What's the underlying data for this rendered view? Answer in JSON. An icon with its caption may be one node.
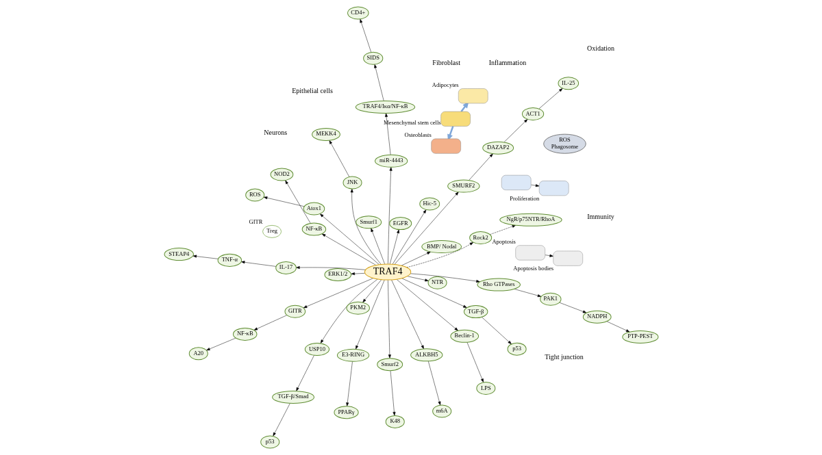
{
  "diagram": {
    "nodes": [
      {
        "text": [
          "TRAF4"
        ]
      },
      {
        "text": [
          "USP10"
        ]
      },
      {
        "text": [
          "TGF-β/Smad"
        ]
      },
      {
        "text": [
          "p53"
        ]
      },
      {
        "text": [
          "JNK"
        ]
      },
      {
        "text": [
          "MEKK4"
        ]
      },
      {
        "text": [
          "E3-RING"
        ]
      },
      {
        "text": [
          "PPARγ"
        ]
      },
      {
        "text": [
          "PKM2"
        ]
      },
      {
        "text": [
          "Smurf2"
        ]
      },
      {
        "text": [
          "K48"
        ]
      },
      {
        "text": [
          "ALKBH5"
        ]
      },
      {
        "text": [
          "m6A"
        ]
      },
      {
        "text": [
          "Rho GTPases"
        ]
      },
      {
        "text": [
          "PAK1"
        ]
      },
      {
        "text": [
          "NADPH"
        ]
      },
      {
        "text": [
          "PTP-PEST"
        ]
      },
      {
        "text": [
          "Atox1"
        ]
      },
      {
        "text": [
          "ROS"
        ]
      },
      {
        "text": [
          "IL-17"
        ]
      },
      {
        "text": [
          "TNF-α"
        ]
      },
      {
        "text": [
          "STEAP4"
        ]
      },
      {
        "text": [
          "Hic-5"
        ]
      },
      {
        "text": [
          "NgR/p75NTR/RhoA"
        ]
      },
      {
        "text": [
          "Smurf1"
        ]
      },
      {
        "text": [
          "Rock2"
        ]
      },
      {
        "text": [
          "BMP/ Nodal"
        ]
      },
      {
        "text": [
          "ERK1/2"
        ]
      },
      {
        "text": [
          "TGF-β"
        ]
      },
      {
        "text": [
          "p53"
        ]
      },
      {
        "text": [
          "EGFR"
        ]
      },
      {
        "text": [
          "GITR"
        ]
      },
      {
        "text": [
          "NF-κB"
        ]
      },
      {
        "text": [
          "A20"
        ]
      },
      {
        "text": [
          "NTR"
        ]
      },
      {
        "text": [
          "miR-4443"
        ]
      },
      {
        "text": [
          "TRAF4/Iκα/NF-κB"
        ]
      },
      {
        "text": [
          "SIDS"
        ]
      },
      {
        "text": [
          "CD4+"
        ]
      },
      {
        "text": [
          "NF-κB"
        ]
      },
      {
        "text": [
          "NOD2"
        ]
      },
      {
        "text": [
          "SMURF2"
        ]
      },
      {
        "text": [
          "DAZAP2"
        ]
      },
      {
        "text": [
          "ACT1"
        ]
      },
      {
        "text": [
          "IL-25"
        ]
      },
      {
        "text": [
          "Beclin-1"
        ]
      },
      {
        "text": [
          "LPS"
        ]
      },
      {
        "text": [],
        "shape": "box"
      },
      {
        "text": [],
        "shape": "box",
        "beside": [
          "Proliferation"
        ]
      },
      {
        "text": [],
        "shape": "box",
        "beside": [
          "Apoptosis"
        ]
      },
      {
        "text": [],
        "shape": "box",
        "beside": [
          "Apoptosis bodies"
        ]
      },
      {
        "text": [],
        "shape": "box",
        "beside": [
          "Mesenchymal stem cells"
        ]
      },
      {
        "text": [],
        "shape": "box",
        "beside": [
          "Adipocytes"
        ]
      },
      {
        "text": [],
        "shape": "box",
        "beside": [
          "Osteoblasts"
        ]
      },
      {
        "text": [
          "Treg"
        ],
        "beside": [
          "GITR"
        ]
      },
      {
        "text": [
          "ROS",
          "Phagosome"
        ]
      }
    ],
    "edges": [
      {
        "from": 0,
        "to": 1,
        "arrow": "to"
      },
      {
        "from": 1,
        "to": 2,
        "arrow": "to"
      },
      {
        "from": 2,
        "to": 3,
        "arrow": "to"
      },
      {
        "from": 0,
        "to": 4,
        "arrow": "to"
      },
      {
        "from": 4,
        "to": 5,
        "arrow": "to"
      },
      {
        "from": 0,
        "to": 6,
        "arrow": "to"
      },
      {
        "from": 6,
        "to": 7,
        "arrow": "to"
      },
      {
        "from": 0,
        "to": 8,
        "arrow": "to"
      },
      {
        "from": 0,
        "to": 9,
        "arrow": "to"
      },
      {
        "from": 9,
        "to": 10,
        "arrow": "to"
      },
      {
        "from": 0,
        "to": 11,
        "arrow": "to"
      },
      {
        "from": 11,
        "to": 12,
        "arrow": "to"
      },
      {
        "from": 0,
        "to": 13,
        "arrow": "to"
      },
      {
        "from": 13,
        "to": 14,
        "arrow": "to"
      },
      {
        "from": 14,
        "to": 15,
        "arrow": "to"
      },
      {
        "from": 15,
        "to": 16,
        "arrow": "to"
      },
      {
        "from": 0,
        "to": 17,
        "arrow": "to"
      },
      {
        "from": 17,
        "to": 18,
        "arrow": "to"
      },
      {
        "from": 0,
        "to": 19,
        "arrow": "to"
      },
      {
        "from": 19,
        "to": 20,
        "arrow": "to"
      },
      {
        "from": 20,
        "to": 21,
        "arrow": "to"
      },
      {
        "from": 0,
        "to": 22,
        "arrow": "to"
      },
      {
        "from": 0,
        "to": 24,
        "arrow": "to"
      },
      {
        "from": 0,
        "to": 25,
        "arrow": "to",
        "style": "dashed"
      },
      {
        "from": 25,
        "to": 23,
        "arrow": "to",
        "style": "dashed"
      },
      {
        "from": 0,
        "to": 26,
        "arrow": "to"
      },
      {
        "from": 0,
        "to": 27,
        "arrow": "to"
      },
      {
        "from": 0,
        "to": 28,
        "arrow": "to"
      },
      {
        "from": 28,
        "to": 29,
        "arrow": "to"
      },
      {
        "from": 0,
        "to": 30,
        "arrow": "to"
      },
      {
        "from": 0,
        "to": 31,
        "arrow": "to"
      },
      {
        "from": 31,
        "to": 32,
        "arrow": "to"
      },
      {
        "from": 32,
        "to": 33,
        "arrow": "to"
      },
      {
        "from": 0,
        "to": 34,
        "arrow": "to"
      },
      {
        "from": 0,
        "to": 35,
        "arrow": "to"
      },
      {
        "from": 35,
        "to": 36,
        "arrow": "to"
      },
      {
        "from": 36,
        "to": 37,
        "arrow": "to"
      },
      {
        "from": 37,
        "to": 38,
        "arrow": "to"
      },
      {
        "from": 0,
        "to": 39,
        "arrow": "to"
      },
      {
        "from": 39,
        "to": 40,
        "arrow": "to"
      },
      {
        "from": 0,
        "to": 41,
        "arrow": "to"
      },
      {
        "from": 41,
        "to": 42,
        "arrow": "to"
      },
      {
        "from": 42,
        "to": 43,
        "arrow": "to"
      },
      {
        "from": 43,
        "to": 44,
        "arrow": "to"
      },
      {
        "from": 0,
        "to": 45,
        "arrow": "to"
      },
      {
        "from": 45,
        "to": 46,
        "arrow": "to"
      },
      {
        "from": 47,
        "to": 48,
        "arrow": "to"
      },
      {
        "from": 49,
        "to": 50,
        "arrow": "to"
      },
      {
        "from": 51,
        "to": 52,
        "arrow": "to",
        "style": "thick",
        "color": "#7fa7d9"
      },
      {
        "from": 51,
        "to": 53,
        "arrow": "to",
        "style": "thick",
        "color": "#7fa7d9"
      }
    ],
    "labels": [
      "Epithelial cells",
      "Fibroblast",
      "Neurons",
      "Tight junction",
      "Immunity",
      "Oxidation",
      "Inflammation"
    ]
  }
}
